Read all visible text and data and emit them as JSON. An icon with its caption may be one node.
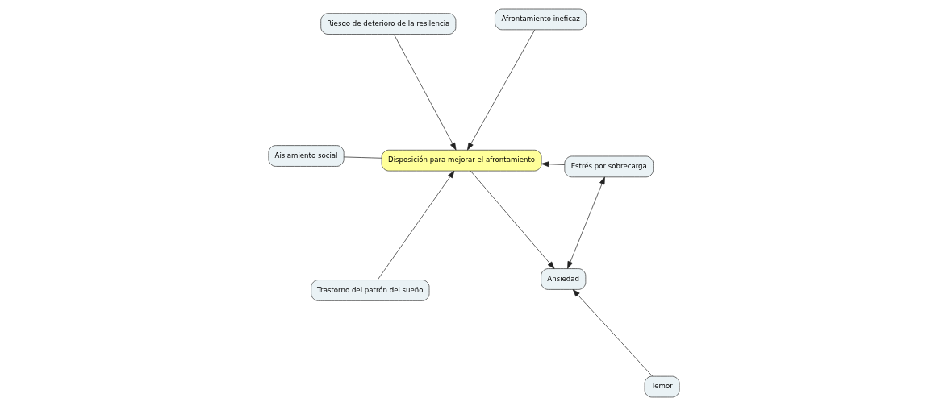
{
  "diagram": {
    "nodes": [
      {
        "text": [
          "Ansiedad"
        ]
      },
      {
        "text": [
          "Estrés por sobrecarga"
        ]
      },
      {
        "text": [
          "Trastorno del patrón del sueño"
        ]
      },
      {
        "text": [
          "Disposición para mejorar el afrontamiento"
        ]
      },
      {
        "text": [
          "Afrontamiento ineficaz"
        ]
      },
      {
        "text": [
          "Riesgo de deterioro de la resilencia"
        ]
      },
      {
        "text": [
          "Aislamiento social"
        ]
      },
      {
        "text": [
          "Temor"
        ]
      }
    ],
    "edges": [
      {
        "from": 0,
        "to": 1,
        "arrow": "both"
      },
      {
        "from": 1,
        "to": 3,
        "arrow": "to"
      },
      {
        "from": 3,
        "to": 0,
        "arrow": "to"
      },
      {
        "from": 7,
        "to": 0,
        "arrow": "to"
      },
      {
        "from": 2,
        "to": 3,
        "arrow": "to"
      },
      {
        "from": 4,
        "to": 3,
        "arrow": "to"
      },
      {
        "from": 5,
        "to": 3,
        "arrow": "to"
      },
      {
        "from": 3,
        "to": 6,
        "arrow": "none"
      }
    ]
  }
}
